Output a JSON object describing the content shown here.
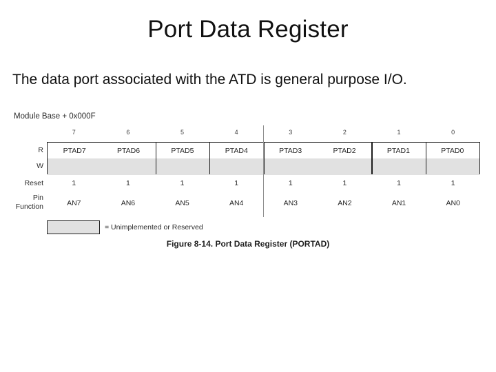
{
  "slide": {
    "title": "Port Data Register",
    "body": "The data port associated with the ATD is general purpose I/O."
  },
  "figure": {
    "module_base": "Module Base + 0x000F",
    "bits": [
      "7",
      "6",
      "5",
      "4",
      "3",
      "2",
      "1",
      "0"
    ],
    "row_labels": {
      "read": "R",
      "write": "W",
      "reset": "Reset",
      "pin_function": "Pin\nFunction"
    },
    "read_cells": [
      "PTAD7",
      "PTAD6",
      "PTAD5",
      "PTAD4",
      "PTAD3",
      "PTAD2",
      "PTAD1",
      "PTAD0"
    ],
    "reset_values": [
      "1",
      "1",
      "1",
      "1",
      "1",
      "1",
      "1",
      "1"
    ],
    "pin_functions": [
      "AN7",
      "AN6",
      "AN5",
      "AN4",
      "AN3",
      "AN2",
      "AN1",
      "AN0"
    ],
    "legend": "= Unimplemented or Reserved",
    "caption": "Figure 8-14. Port Data Register (PORTAD)",
    "colors": {
      "unimplemented_fill": "#e1e1e1",
      "border": "#1c1c1c"
    }
  }
}
